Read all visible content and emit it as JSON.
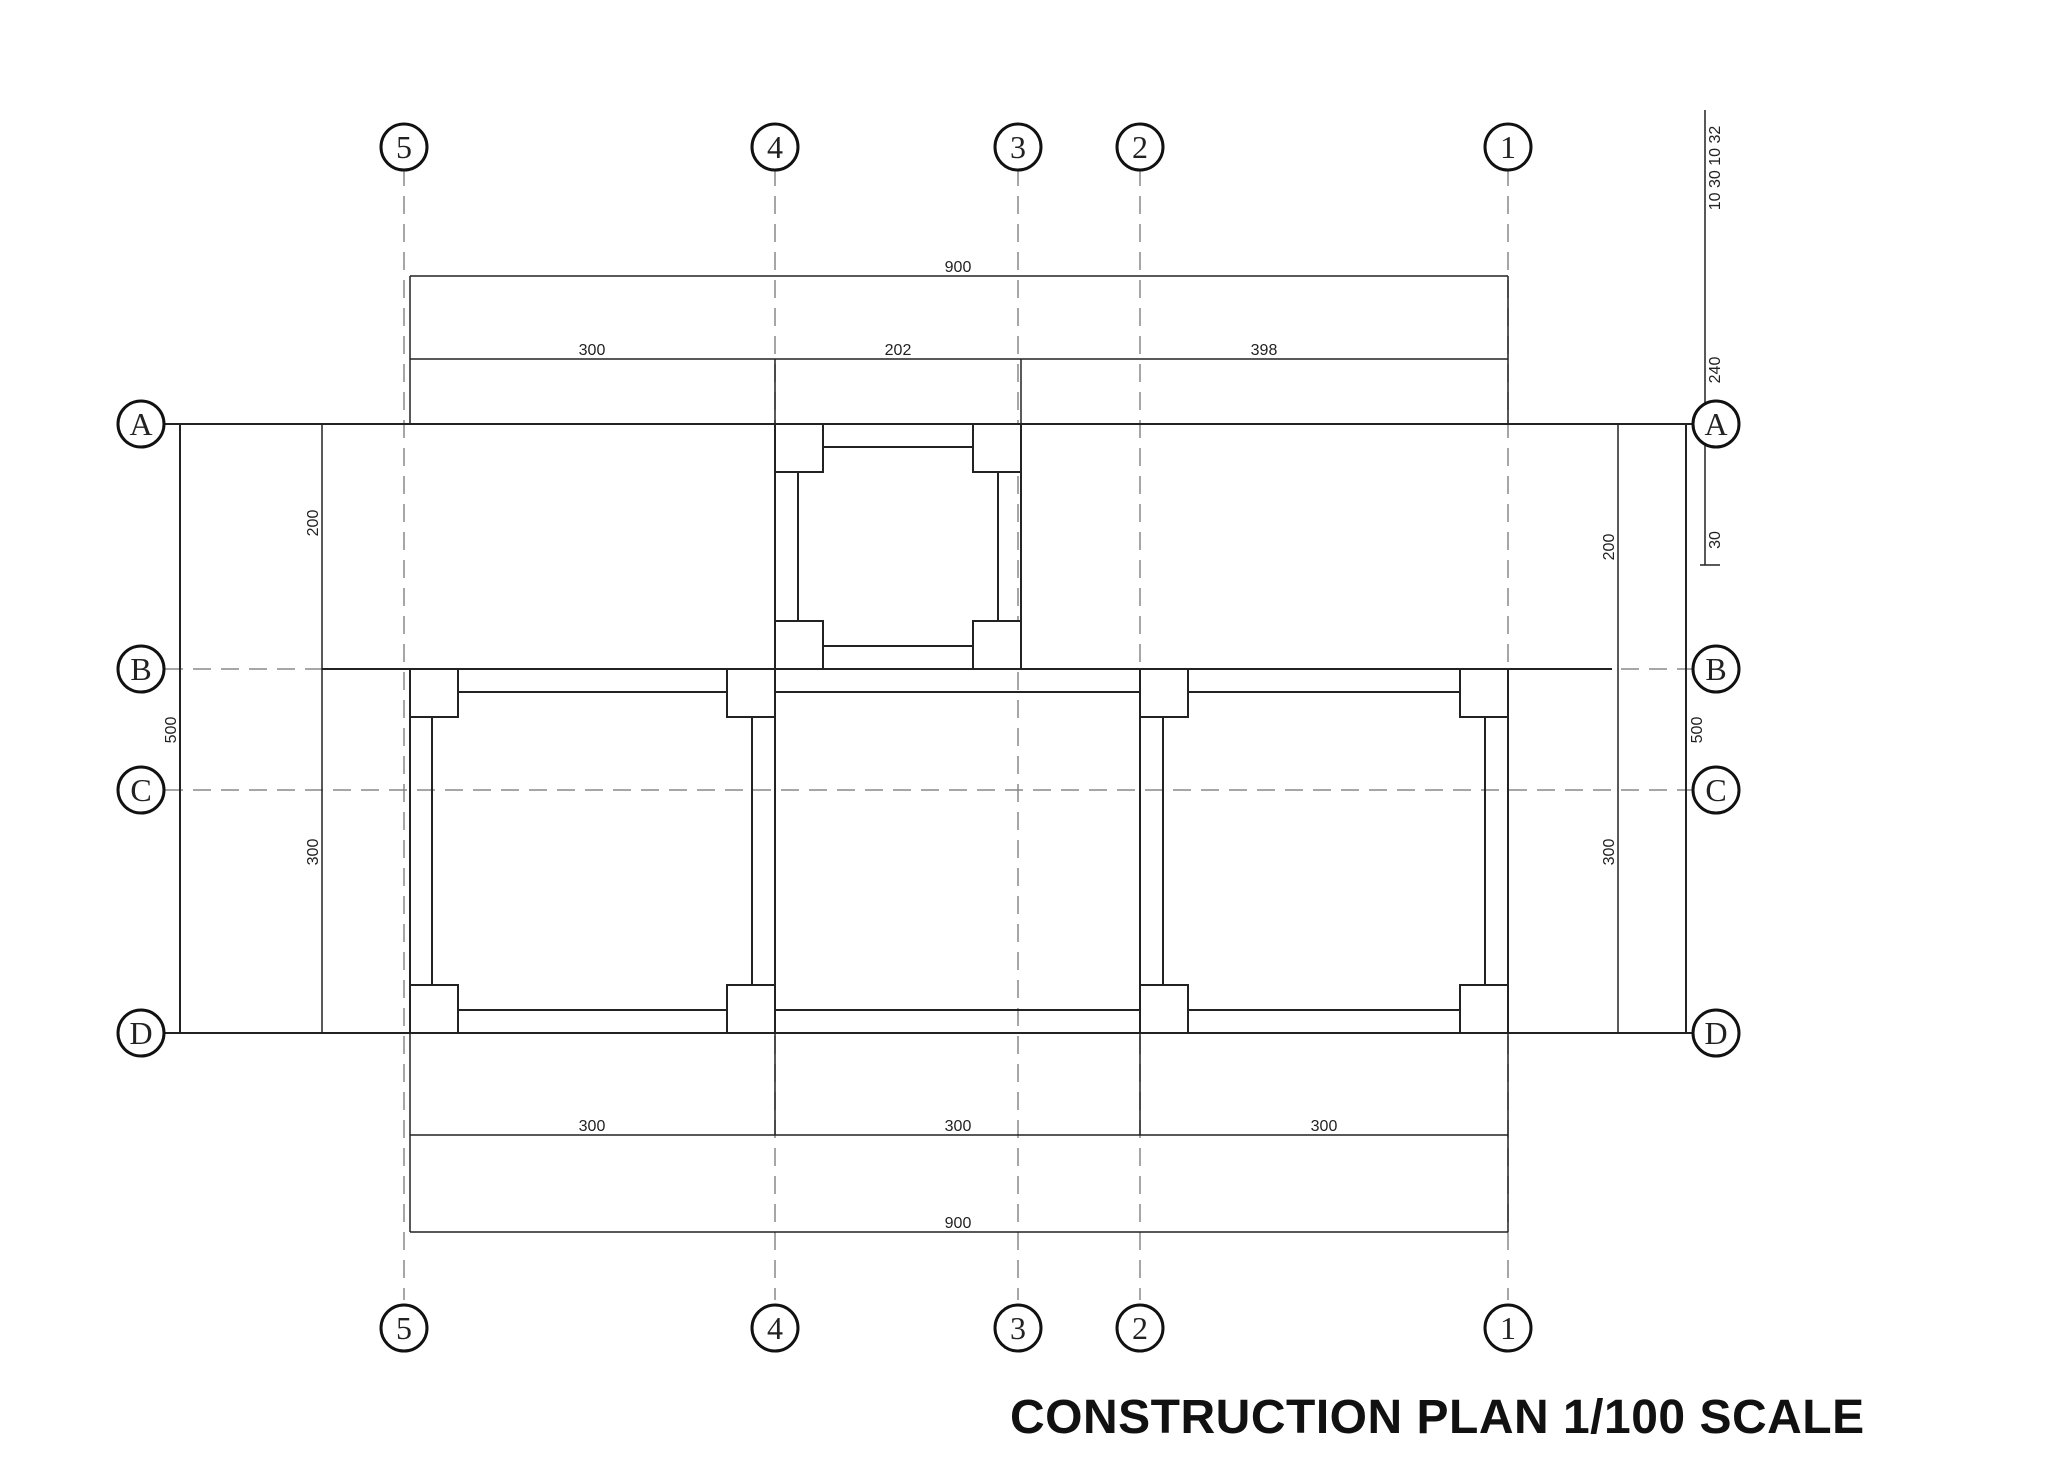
{
  "title": "CONSTRUCTION PLAN 1/100 SCALE",
  "grid_columns": [
    "5",
    "4",
    "3",
    "2",
    "1"
  ],
  "grid_rows": [
    "A",
    "B",
    "C",
    "D"
  ],
  "dimensions": {
    "top_total": "900",
    "top_segments": [
      "300",
      "202",
      "398"
    ],
    "bottom_segments": [
      "300",
      "300",
      "300"
    ],
    "bottom_total": "900",
    "left_total": "500",
    "left_segments": [
      "200",
      "300"
    ],
    "right_total": "500",
    "right_segments": [
      "200",
      "300"
    ],
    "right_stack": "10 30 10 32",
    "right_upper": "240",
    "right_lower": "30"
  }
}
